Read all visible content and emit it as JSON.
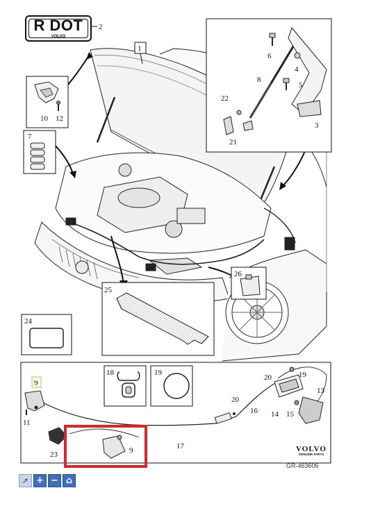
{
  "diagram": {
    "badge": {
      "main_text": "R DOT",
      "sub_text": "VOLVO"
    },
    "callouts": {
      "n1": "1",
      "n2": "2",
      "n3": "3",
      "n4": "4",
      "n5": "5",
      "n6": "6",
      "n7": "7",
      "n8": "8",
      "n9a": "9",
      "n9b": "9",
      "n10": "10",
      "n11": "11",
      "n12": "12",
      "n13": "13",
      "n14": "14",
      "n15": "15",
      "n16": "16",
      "n17": "17",
      "n18": "18",
      "n19a": "19",
      "n19b": "19",
      "n20a": "20",
      "n20b": "20",
      "n21": "21",
      "n22": "22",
      "n23": "23",
      "n24": "24",
      "n25": "25",
      "n26": "26"
    },
    "logo": {
      "brand": "VOLVO",
      "subtitle": "GENUINE PARTS"
    },
    "reference": "GR-463606",
    "highlight_color": "#d9262b"
  },
  "toolbar": {
    "buttons": [
      {
        "name": "select-cursor-icon",
        "glyph": "➚"
      },
      {
        "name": "zoom-in-icon",
        "glyph": "+"
      },
      {
        "name": "zoom-out-icon",
        "glyph": "−"
      },
      {
        "name": "home-icon",
        "glyph": "⌂"
      }
    ],
    "accent": "#3f6fb8"
  }
}
